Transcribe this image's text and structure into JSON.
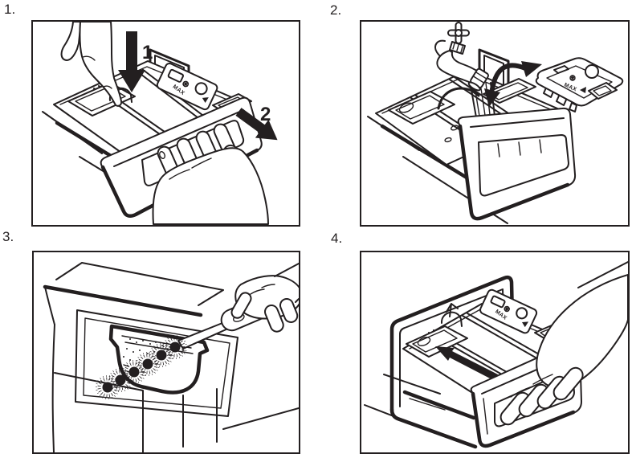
{
  "colors": {
    "ink": "#231f20",
    "paper": "#ffffff"
  },
  "steps": [
    {
      "number": "1.",
      "illustration": "press-catch-and-pull-out-drawer",
      "press_arrow_label": "1",
      "pull_arrow_label": "2",
      "cap_text": "MAX"
    },
    {
      "number": "2.",
      "illustration": "remove-cap-and-rinse-under-tap",
      "cap_text": "MAX"
    },
    {
      "number": "3.",
      "illustration": "clean-recess-with-brush"
    },
    {
      "number": "4.",
      "illustration": "push-drawer-back-in",
      "cap_text": "MAX"
    }
  ]
}
